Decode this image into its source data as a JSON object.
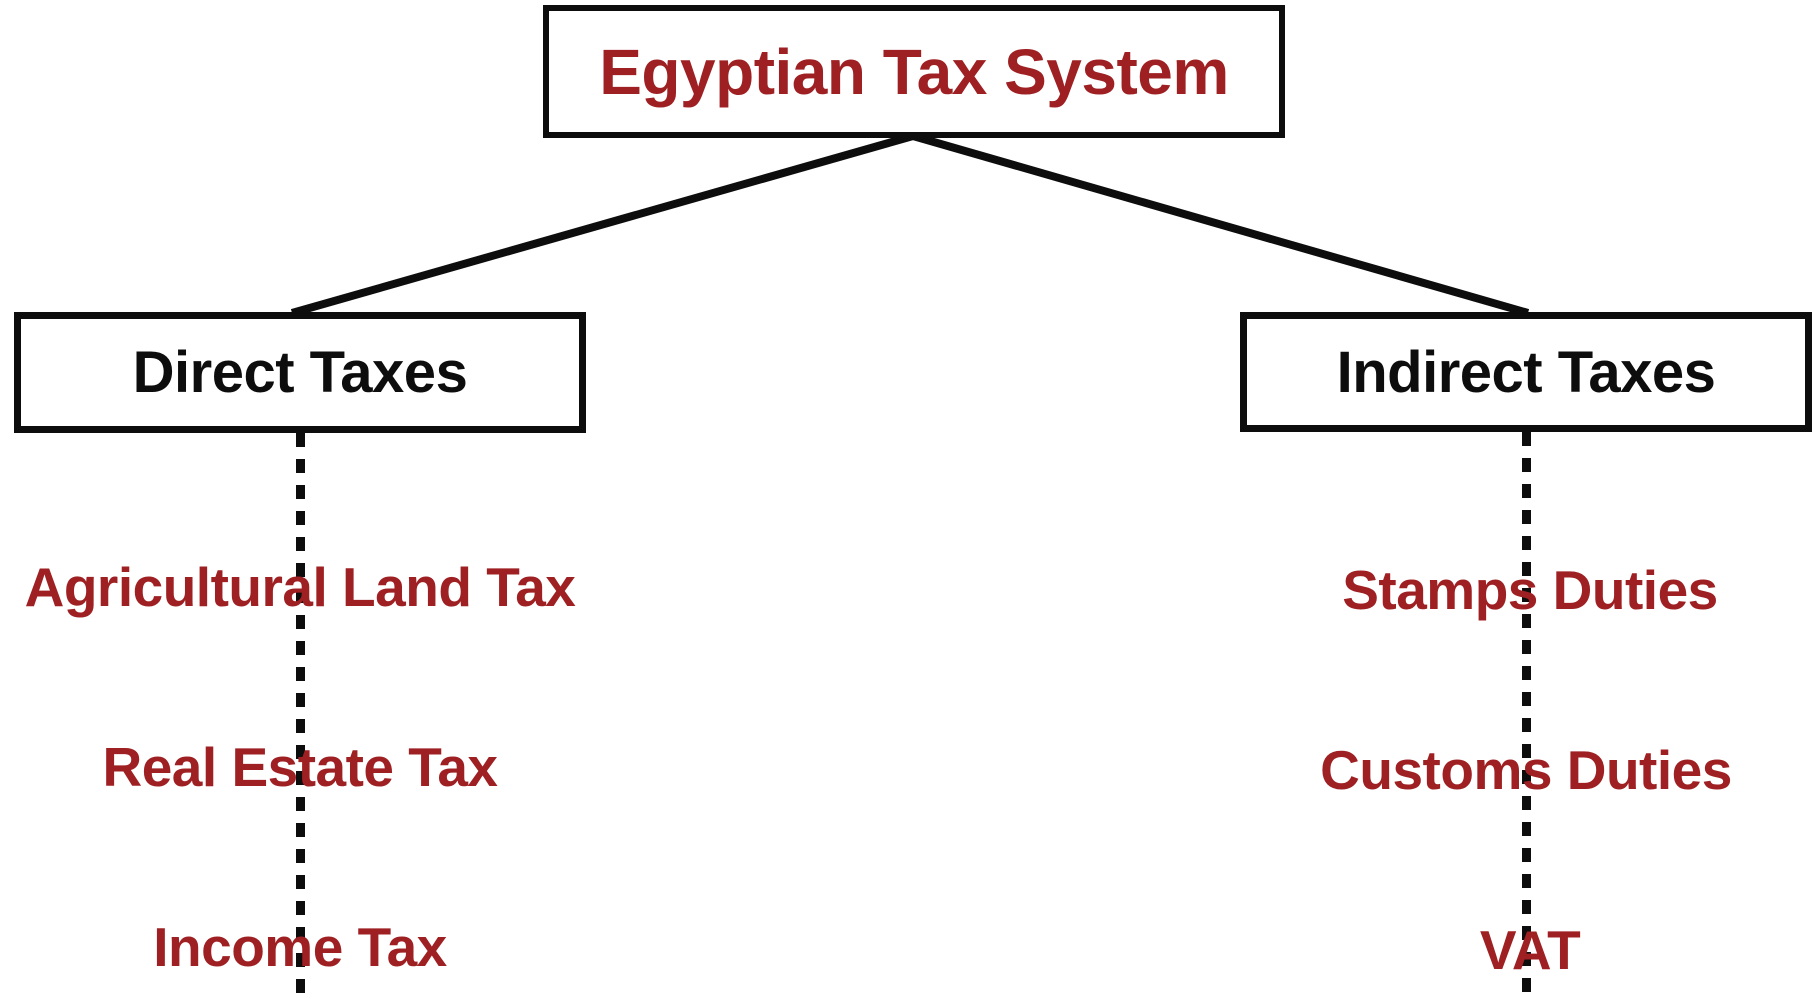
{
  "diagram": {
    "title": "Egyptian Tax System",
    "type": "hierarchy-tree",
    "colors": {
      "accent_red": "#9e2023",
      "node_black": "#0d0d0d",
      "background": "#ffffff"
    },
    "root": {
      "label": "Egyptian Tax System"
    },
    "branches": [
      {
        "id": "direct",
        "label": "Direct Taxes",
        "leaves": [
          {
            "label": "Agricultural Land Tax"
          },
          {
            "label": "Real Estate Tax"
          },
          {
            "label": "Income Tax"
          }
        ]
      },
      {
        "id": "indirect",
        "label": "Indirect Taxes",
        "leaves": [
          {
            "label": "Stamps Duties"
          },
          {
            "label": "Customs Duties"
          },
          {
            "label": "VAT"
          }
        ]
      }
    ]
  }
}
